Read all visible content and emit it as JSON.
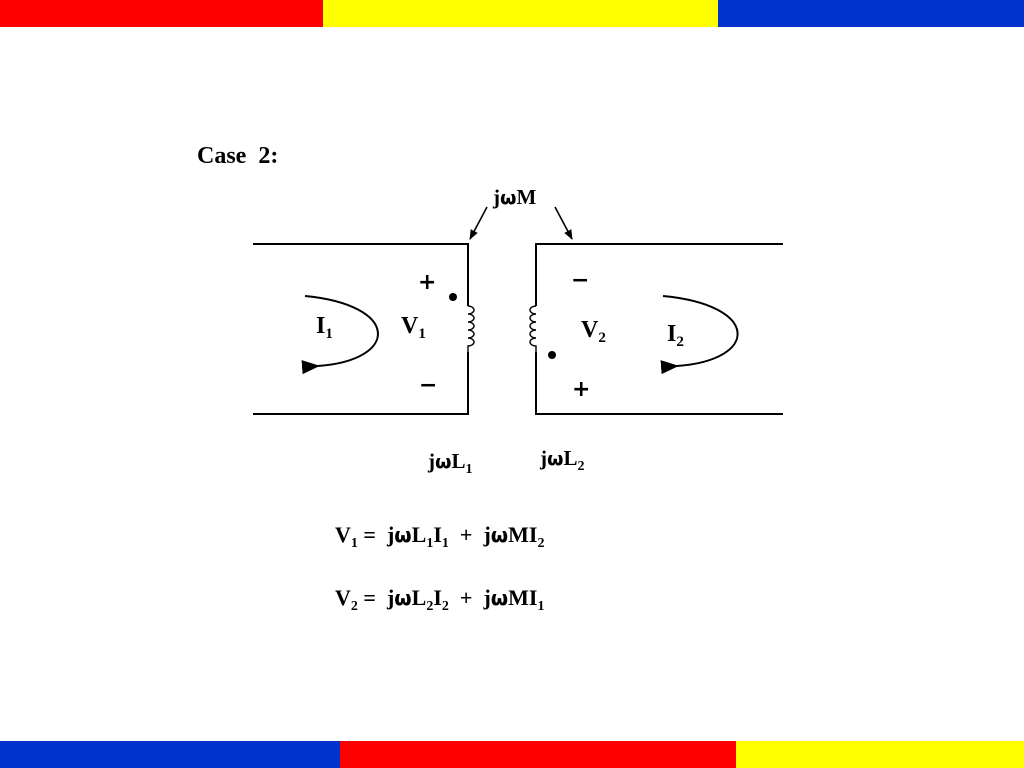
{
  "colors": {
    "red": "#ff0000",
    "yellow": "#ffff00",
    "blue": "#0033cc"
  },
  "title": "Case  2:",
  "mutual_label": {
    "base": "j",
    "omega": "ω",
    "rest": "M"
  },
  "left_loop": {
    "current": {
      "name": "I",
      "sub": "1"
    },
    "voltage": {
      "name": "V",
      "sub": "1"
    },
    "plus": "+",
    "minus": "−",
    "inductor": {
      "base": "j",
      "omega": "ω",
      "rest": "L",
      "sub": "1"
    }
  },
  "right_loop": {
    "current": {
      "name": "I",
      "sub": "2"
    },
    "voltage": {
      "name": "V",
      "sub": "2"
    },
    "plus": "+",
    "minus": "−",
    "inductor": {
      "base": "j",
      "omega": "ω",
      "rest": "L",
      "sub": "2"
    }
  },
  "equations": {
    "eq1": {
      "lhs": "V",
      "lhs_sub": "1",
      "eq": " =  ",
      "t1": "j",
      "t1_omega": "ω",
      "t1_L": "L",
      "t1_Lsub": "1",
      "t1_I": "I",
      "t1_Isub": "1",
      "plus": "  +  ",
      "t2": "j",
      "t2_omega": "ω",
      "t2_M": "MI",
      "t2_sub": "2"
    },
    "eq2": {
      "lhs": "V",
      "lhs_sub": "2",
      "eq": " =  ",
      "t1": "j",
      "t1_omega": "ω",
      "t1_L": "L",
      "t1_Lsub": "2",
      "t1_I": "I",
      "t1_Isub": "2",
      "plus": "  +  ",
      "t2": "j",
      "t2_omega": "ω",
      "t2_M": "MI",
      "t2_sub": "1"
    }
  }
}
